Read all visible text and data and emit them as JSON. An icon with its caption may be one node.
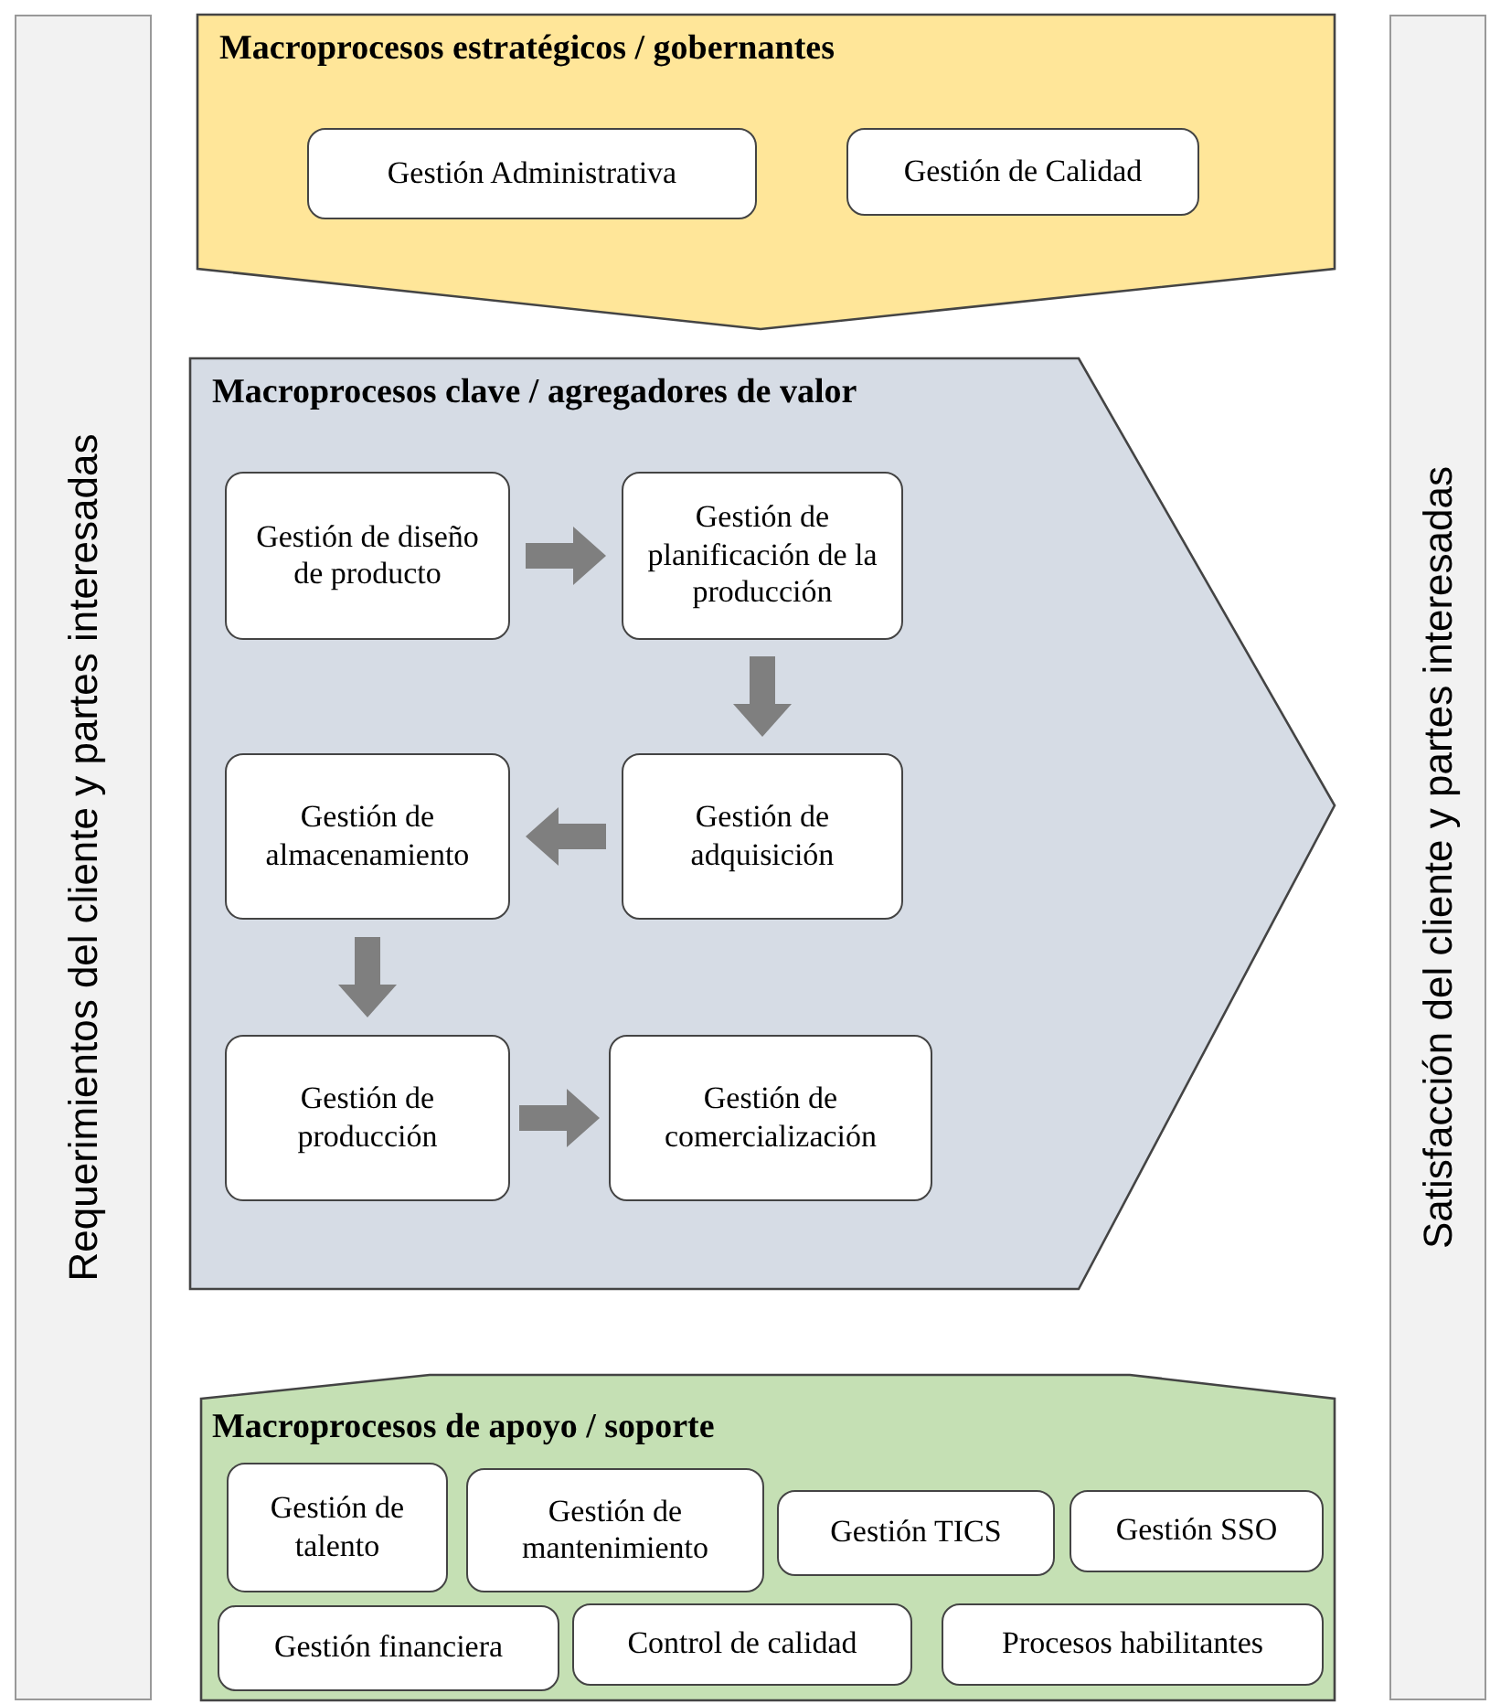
{
  "diagram": {
    "nodes": [
      {
        "text": [
          "Requerimientos del cliente y partes interesadas"
        ]
      },
      {
        "text": [
          "Satisfacción del cliente y partes interesadas"
        ]
      },
      {
        "text": [
          "Macroprocesos estratégicos / gobernantes"
        ]
      },
      {
        "text": [
          "Gestión Administrativa"
        ],
        "in": 2
      },
      {
        "text": [
          "Gestión de Calidad"
        ],
        "in": 2
      },
      {
        "text": [
          "Macroprocesos clave / agregadores de valor"
        ]
      },
      {
        "text": [
          "Gestión de diseño de producto"
        ],
        "in": 5
      },
      {
        "text": [
          "Gestión de planificación de la producción"
        ],
        "in": 5
      },
      {
        "text": [
          "Gestión de almacenamiento"
        ],
        "in": 5
      },
      {
        "text": [
          "Gestión de adquisición"
        ],
        "in": 5
      },
      {
        "text": [
          "Gestión de producción"
        ],
        "in": 5
      },
      {
        "text": [
          "Gestión de comercialización"
        ],
        "in": 5
      },
      {
        "text": [
          "Macroprocesos de apoyo / soporte"
        ]
      },
      {
        "text": [
          "Gestión de talento"
        ],
        "in": 12
      },
      {
        "text": [
          "Gestión de mantenimiento"
        ],
        "in": 12
      },
      {
        "text": [
          "Gestión TICS"
        ],
        "in": 12
      },
      {
        "text": [
          "Gestión SSO"
        ],
        "in": 12
      },
      {
        "text": [
          "Gestión financiera"
        ],
        "in": 12
      },
      {
        "text": [
          "Control de calidad"
        ],
        "in": 12
      },
      {
        "text": [
          "Procesos habilitantes"
        ],
        "in": 12
      }
    ],
    "edges": [
      {
        "from": 6,
        "to": 7,
        "arrow": "to"
      },
      {
        "from": 7,
        "to": 9,
        "arrow": "to"
      },
      {
        "from": 9,
        "to": 8,
        "arrow": "to"
      },
      {
        "from": 8,
        "to": 10,
        "arrow": "to"
      },
      {
        "from": 10,
        "to": 11,
        "arrow": "to"
      }
    ]
  }
}
